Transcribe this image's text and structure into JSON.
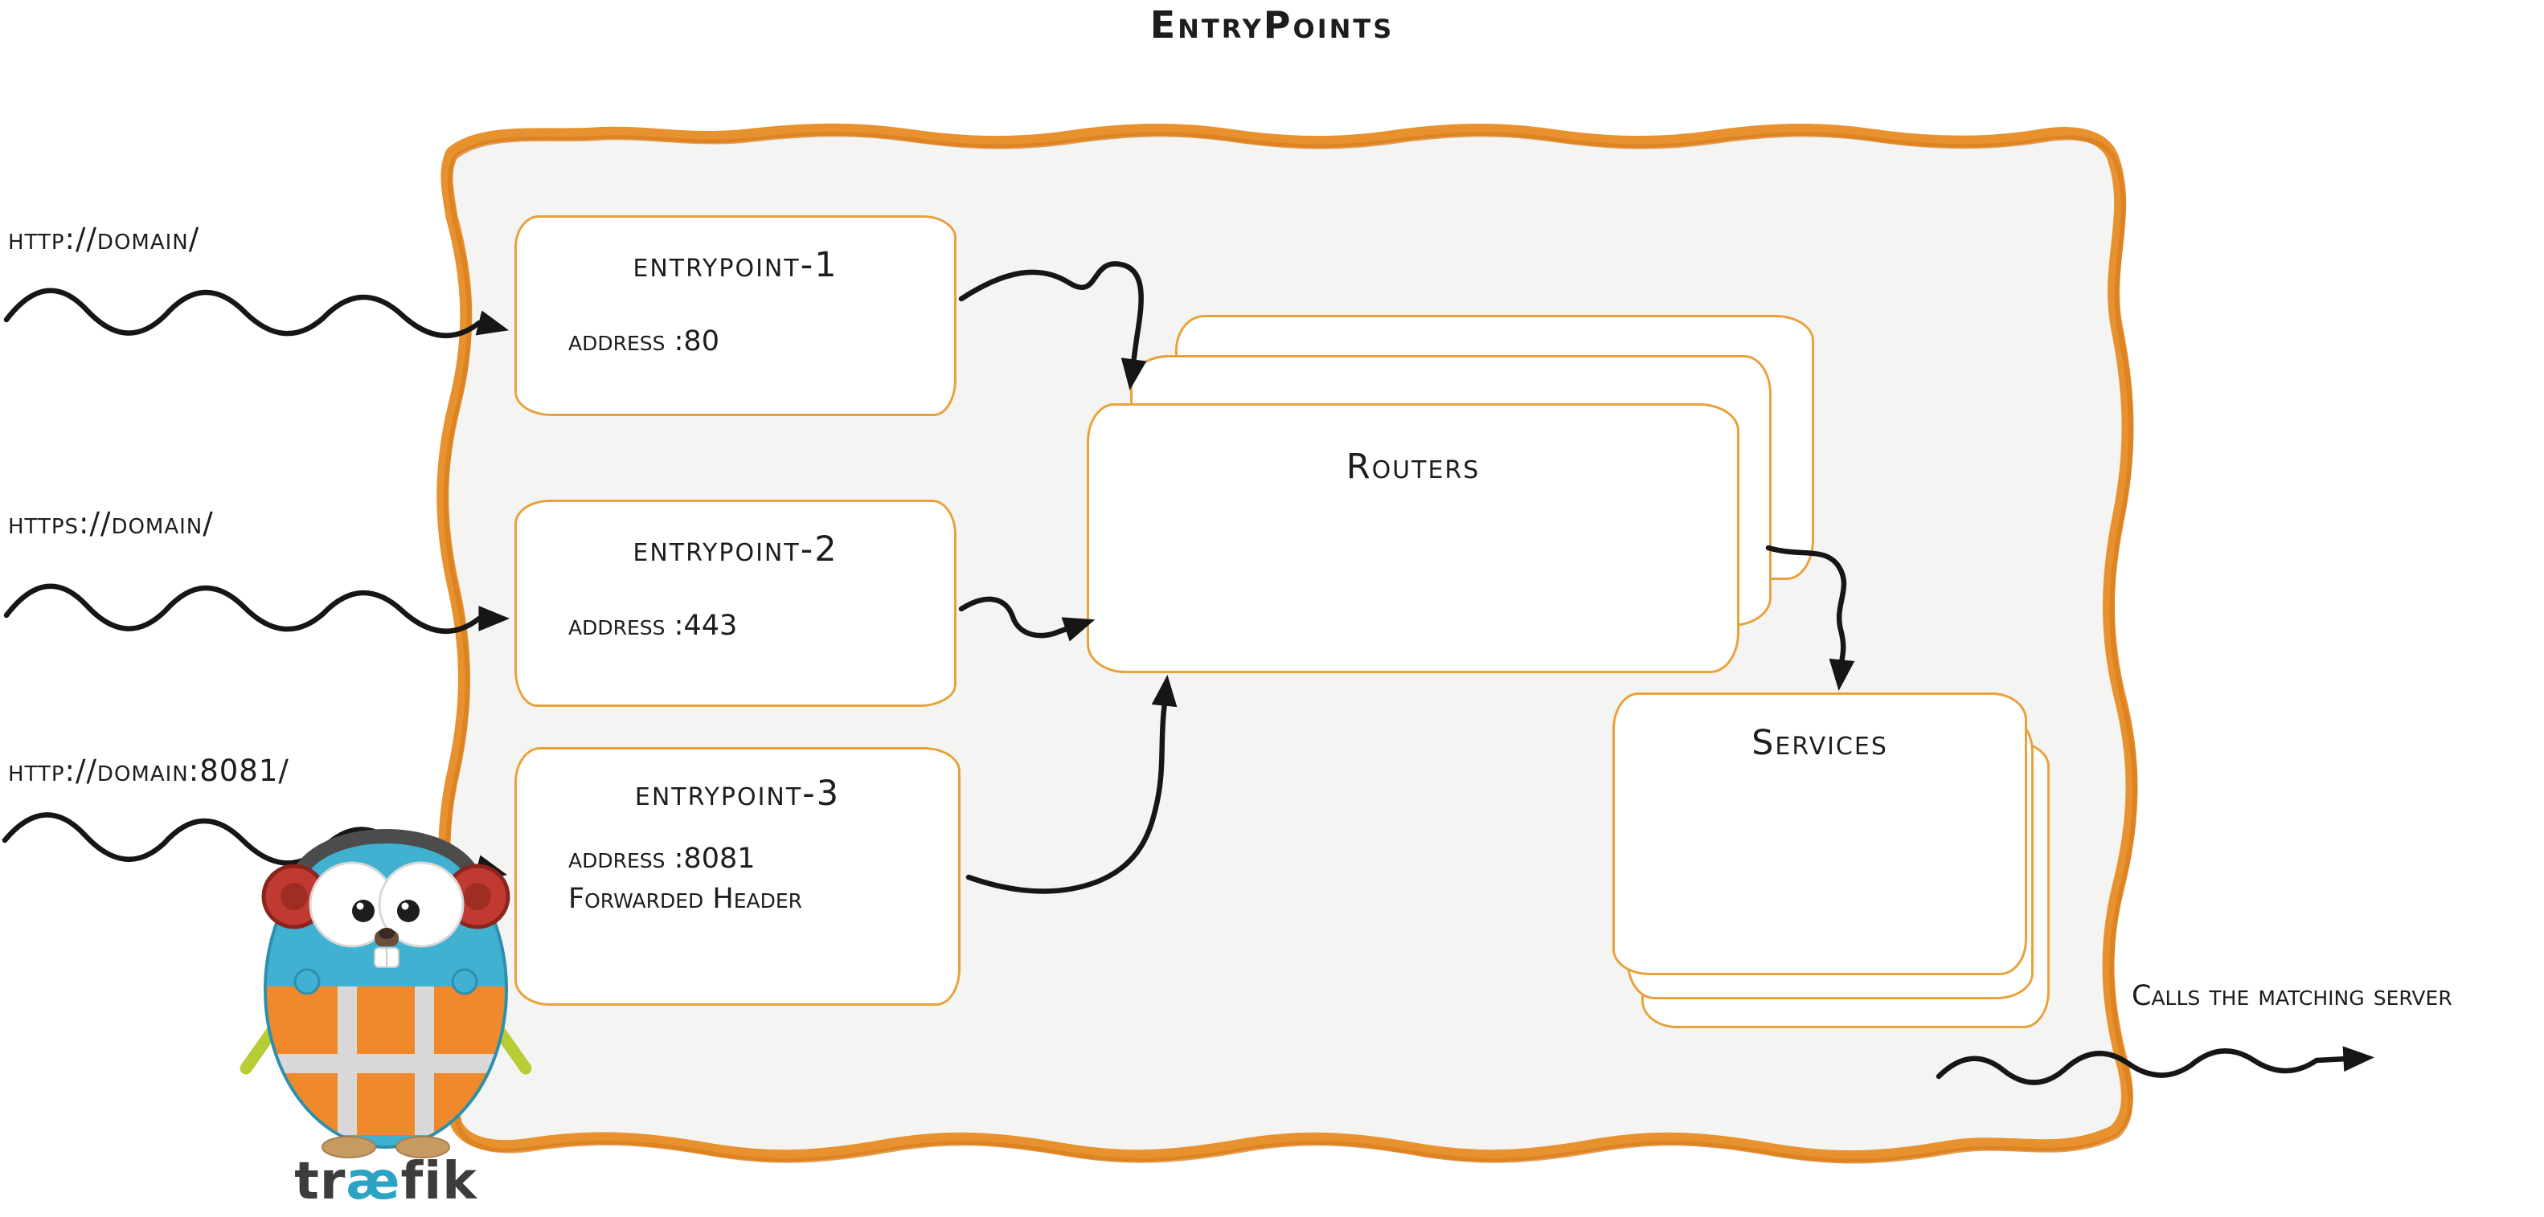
{
  "title": "EntryPoints",
  "requests": [
    {
      "label": "http://domain/"
    },
    {
      "label": "https://domain/"
    },
    {
      "label": "http://domain:8081/"
    }
  ],
  "entrypoints": [
    {
      "name": "entrypoint-1",
      "address": "address :80"
    },
    {
      "name": "entrypoint-2",
      "address": "address :443"
    },
    {
      "name": "entrypoint-3",
      "address": "address :8081",
      "extra": "Forwarded Header"
    }
  ],
  "routers": {
    "label": "Routers"
  },
  "services": {
    "label": "Services"
  },
  "output": {
    "label": "Calls the matching server"
  },
  "logo": {
    "prefix": "tr",
    "ligature": "æ",
    "suffix": "fik"
  },
  "colors": {
    "orange": "#e8912f",
    "box_border": "#e9a23b",
    "ink": "#1d1d1d",
    "teal": "#2ba3c4",
    "fill": "#f4f4f2"
  }
}
